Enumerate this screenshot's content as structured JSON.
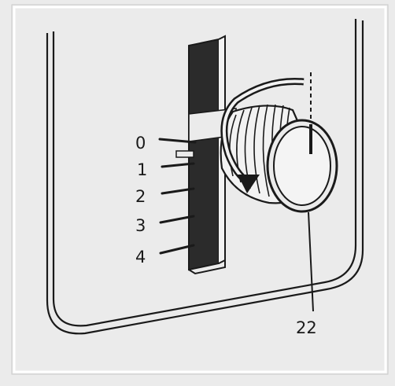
{
  "diagram": {
    "scale_labels": [
      "0",
      "1",
      "2",
      "3",
      "4"
    ],
    "callout_label": "22",
    "colors": {
      "ink": "#1a1a1a",
      "paper": "#ebebeb",
      "frame": "#ffffff"
    }
  }
}
